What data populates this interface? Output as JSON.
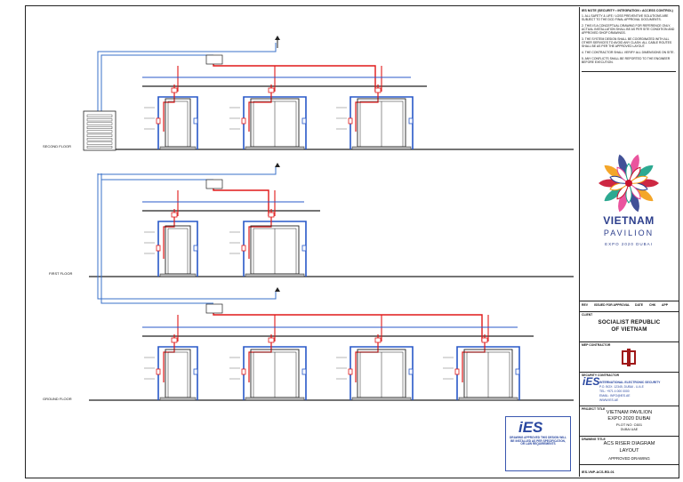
{
  "floors": {
    "second": "SECOND FLOOR",
    "first": "FIRST FLOOR",
    "ground": "GROUND FLOOR"
  },
  "notes": {
    "heading": "IES NOTE (SECURITY • INTEGRATION • ACCESS CONTROL)",
    "items": [
      "1. ALL SAFETY & LIFE / LOSS PREVENTIVE SOLUTIONS ARE SUBJECT TO THE DCD FINAL APPROVAL DOCUMENTS.",
      "2. THIS IS A CONCEPTUAL DRAWING FOR REFERENCE ONLY, ACTUAL INSTALLATION SHALL BE AS PER SITE CONDITION AND APPROVED SHOP DRAWINGS.",
      "3. THE SYSTEM DESIGN SHALL BE COORDINATED WITH ALL OTHER SERVICES TO AVOID ANY CLASH. ALL CABLE ROUTES SHALL BE AS PER THE APPROVED LAYOUT.",
      "4. THE CONTRACTOR SHALL VERIFY ALL DIMENSIONS ON SITE.",
      "5. ANY CONFLICTS SHALL BE REPORTED TO THE ENGINEER BEFORE EXECUTION."
    ]
  },
  "logo": {
    "line1": "VIETNAM",
    "line2": "PAVILION",
    "line3": "EXPO 2020 DUBAI",
    "flower_colors": [
      "#c8102e",
      "#f39c12",
      "#2c3e8c",
      "#e84393",
      "#16a085"
    ]
  },
  "titleblock": {
    "rev_headers": [
      "REV",
      "ISSUED FOR APPROVAL",
      "DATE",
      "CHK",
      "APP"
    ],
    "client_label": "CLIENT",
    "client_line1": "SOCIALIST REPUBLIC",
    "client_line2": "OF VIETNAM",
    "mep_label": "MEP CONTRACTOR",
    "security_label": "SECURITY CONTRACTOR",
    "ies_name": "INTERNATIONAL ELECTRONIC SECURITY",
    "ies_lines": [
      "P.O. BOX: 12345, DUBAI - U.A.E",
      "TEL: +971 4 000 0000",
      "EMAIL: INFO@IES.AE",
      "WWW.IES.AE"
    ],
    "project_label": "PROJECT TITLE",
    "project_line1": "VIETNAM PAVILION",
    "project_line2": "EXPO 2020 DUBAI",
    "project_line3": "PLOT NO: C601",
    "project_line4": "DUBAI UAE",
    "drawing_label": "DRAWING TITLE",
    "drawing_line1": "ACS RISER DIAGRAM",
    "drawing_line2": "LAYOUT",
    "status": "APPROVED DRAWING",
    "drawing_no": "IES-VNP-ACS-RD-01"
  },
  "stamp": {
    "brand": "iES",
    "text": "DRAWING APPROVED THIS DESIGN WILL BE INSTALLED AS PER SPECIFICATION, OR LAW REQUIREMENTS"
  }
}
